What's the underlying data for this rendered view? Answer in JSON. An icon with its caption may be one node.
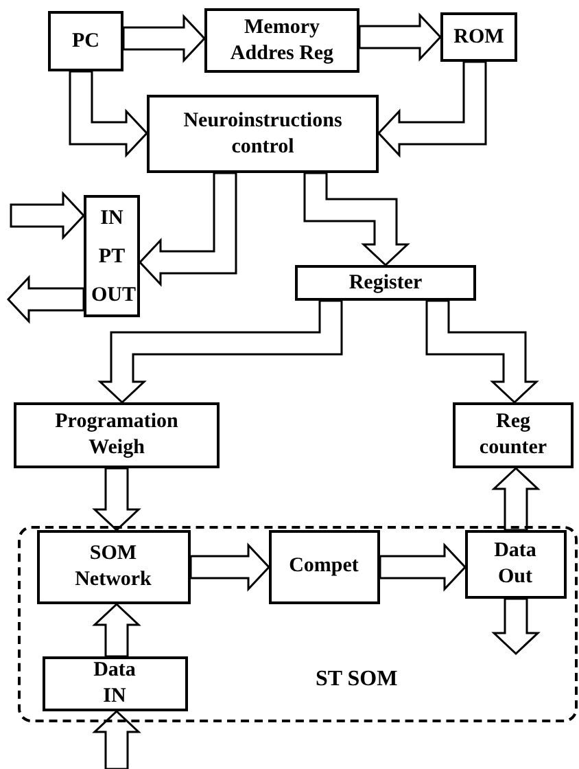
{
  "diagram": {
    "nodes": [
      {
        "text": [
          "PC"
        ]
      },
      {
        "text": [
          "Memory Addres Reg"
        ]
      },
      {
        "text": [
          "ROM"
        ]
      },
      {
        "text": [
          "Neuroinstructions control"
        ]
      },
      {
        "text": [
          "IN PT OUT"
        ]
      },
      {
        "text": [
          "Register"
        ]
      },
      {
        "text": [
          "Programation Weigh"
        ]
      },
      {
        "text": [
          "Reg counter"
        ]
      },
      {
        "text": [
          "ST SOM"
        ]
      },
      {
        "text": [
          "SOM Network"
        ],
        "in": 8
      },
      {
        "text": [
          "Compet"
        ],
        "in": 8
      },
      {
        "text": [
          "Data Out"
        ],
        "in": 8
      },
      {
        "text": [
          "Data IN"
        ],
        "in": 8
      }
    ],
    "edges": [
      {
        "from": 0,
        "to": 1,
        "arrow": "to"
      },
      {
        "from": 1,
        "to": 2,
        "arrow": "to"
      },
      {
        "from": 0,
        "to": 3,
        "arrow": "to"
      },
      {
        "from": 2,
        "to": 3,
        "arrow": "to"
      },
      {
        "from": 3,
        "to": 4,
        "arrow": "to"
      },
      {
        "from": 3,
        "to": 5,
        "arrow": "to"
      },
      {
        "from": null,
        "to": 4,
        "arrow": "to"
      },
      {
        "from": 4,
        "to": null,
        "arrow": "to"
      },
      {
        "from": 5,
        "to": 6,
        "arrow": "to"
      },
      {
        "from": 5,
        "to": 7,
        "arrow": "to"
      },
      {
        "from": 6,
        "to": 9,
        "arrow": "to"
      },
      {
        "from": 9,
        "to": 10,
        "arrow": "to"
      },
      {
        "from": 10,
        "to": 11,
        "arrow": "to"
      },
      {
        "from": 11,
        "to": 7,
        "arrow": "to"
      },
      {
        "from": 11,
        "to": null,
        "arrow": "to"
      },
      {
        "from": 12,
        "to": 9,
        "arrow": "to"
      },
      {
        "from": null,
        "to": 12,
        "arrow": "to"
      }
    ]
  }
}
